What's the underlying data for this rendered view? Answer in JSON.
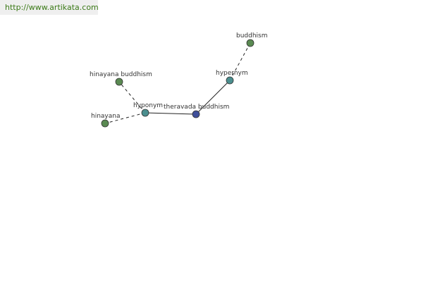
{
  "banner": {
    "url_text": "http://www.artikata.com"
  },
  "graph": {
    "nodes": {
      "center": {
        "label": "theravada buddhism",
        "color": "#3f4f9a"
      },
      "hyponym": {
        "label": "hyponym",
        "color": "#4b8f8f"
      },
      "hypernym": {
        "label": "hypernym",
        "color": "#4b8f8f"
      },
      "hinayana_buddhism": {
        "label": "hinayana buddhism",
        "color": "#5a8a52"
      },
      "hinayana": {
        "label": "hinayana",
        "color": "#5a8a52"
      },
      "buddhism": {
        "label": "buddhism",
        "color": "#5a8a52"
      }
    },
    "edges": [
      {
        "from": "center",
        "to": "hyponym",
        "style": "solid"
      },
      {
        "from": "center",
        "to": "hypernym",
        "style": "solid"
      },
      {
        "from": "hyponym",
        "to": "hinayana_buddhism",
        "style": "dashed"
      },
      {
        "from": "hyponym",
        "to": "hinayana",
        "style": "dashed"
      },
      {
        "from": "hypernym",
        "to": "buddhism",
        "style": "dashed"
      }
    ]
  }
}
